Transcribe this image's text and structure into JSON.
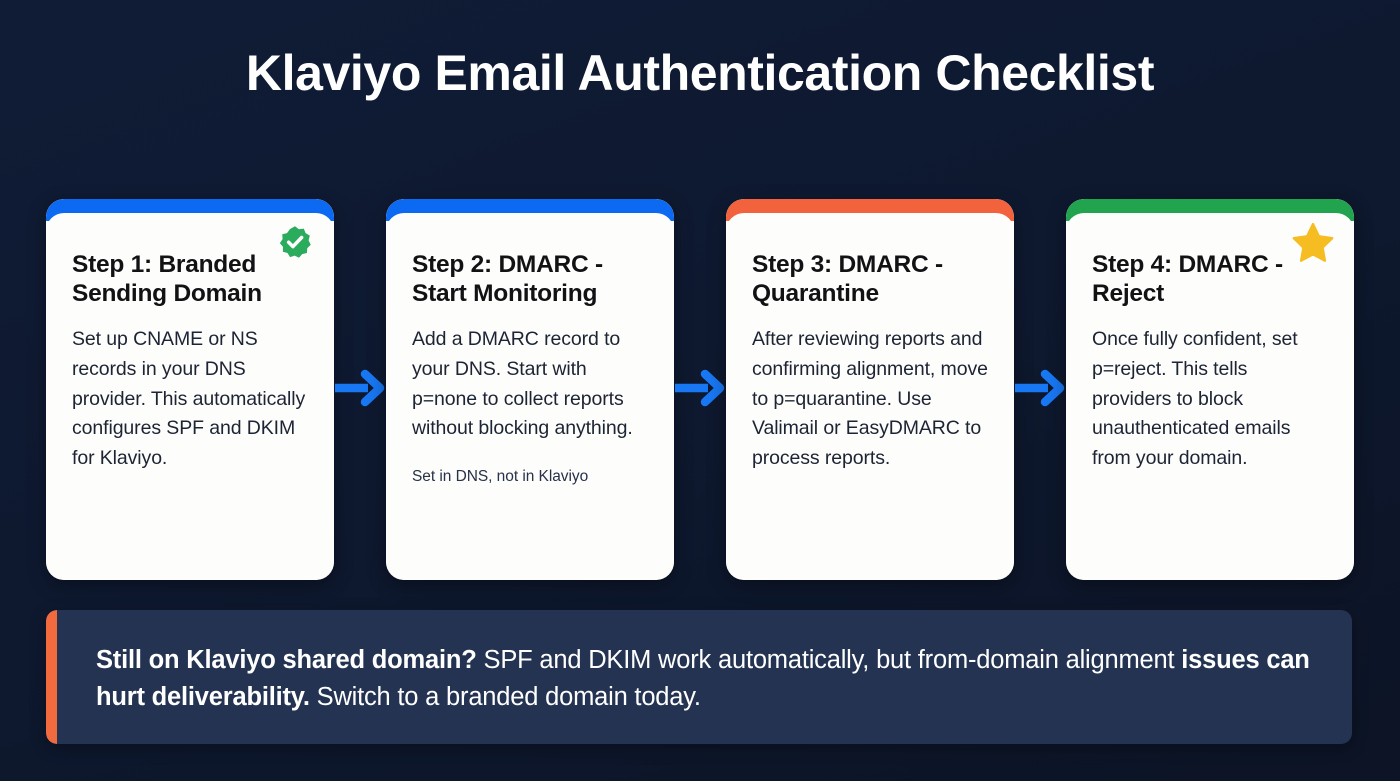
{
  "title": "Klaviyo Email Authentication Checklist",
  "colors": {
    "background_top": "#101c36",
    "background_bottom": "#0c1425",
    "accent_blue": "#0b69f2",
    "accent_orange": "#f2623c",
    "accent_green": "#22a44f",
    "badge_green": "#2bab5c",
    "star_gold": "#f5bd22",
    "arrow_blue": "#1877f2",
    "banner_bg": "#243352",
    "banner_accent": "#f26b3f",
    "card_bg": "#fdfdfc",
    "card_heading": "#121214",
    "card_body": "#1d2433"
  },
  "cards": [
    {
      "heading": "Step 1: Branded Sending Domain",
      "body": "Set up CNAME or NS records in your DNS provider. This automatically configures SPF and DKIM for Klaviyo.",
      "note": "",
      "accent_color": "#0b69f2",
      "badge": "verified-check-badge"
    },
    {
      "heading": "Step 2: DMARC - Start Monitoring",
      "body": "Add a DMARC record to your DNS. Start with p=none to collect reports without blocking anything.",
      "note": "Set in DNS, not in Klaviyo",
      "accent_color": "#0b69f2",
      "badge": ""
    },
    {
      "heading": "Step 3: DMARC - Quarantine",
      "body": "After reviewing reports and confirming alignment, move to p=quarantine. Use Valimail or EasyDMARC to process reports.",
      "note": "",
      "accent_color": "#f2623c",
      "badge": ""
    },
    {
      "heading": "Step 4: DMARC - Reject",
      "body": "Once fully confident, set p=reject. This tells providers to block unauthenticated emails from your domain.",
      "note": "",
      "accent_color": "#22a44f",
      "badge": "gold-star"
    }
  ],
  "arrows": [
    {
      "label": "arrow-step-1-to-2"
    },
    {
      "label": "arrow-step-2-to-3"
    },
    {
      "label": "arrow-step-3-to-4"
    }
  ],
  "banner": {
    "bold_lead": "Still on Klaviyo shared domain?",
    "regular_1": " SPF and DKIM work automatically, but from-domain alignment ",
    "bold_mid": "issues can hurt deliverability.",
    "regular_2": " Switch to a branded domain today."
  }
}
